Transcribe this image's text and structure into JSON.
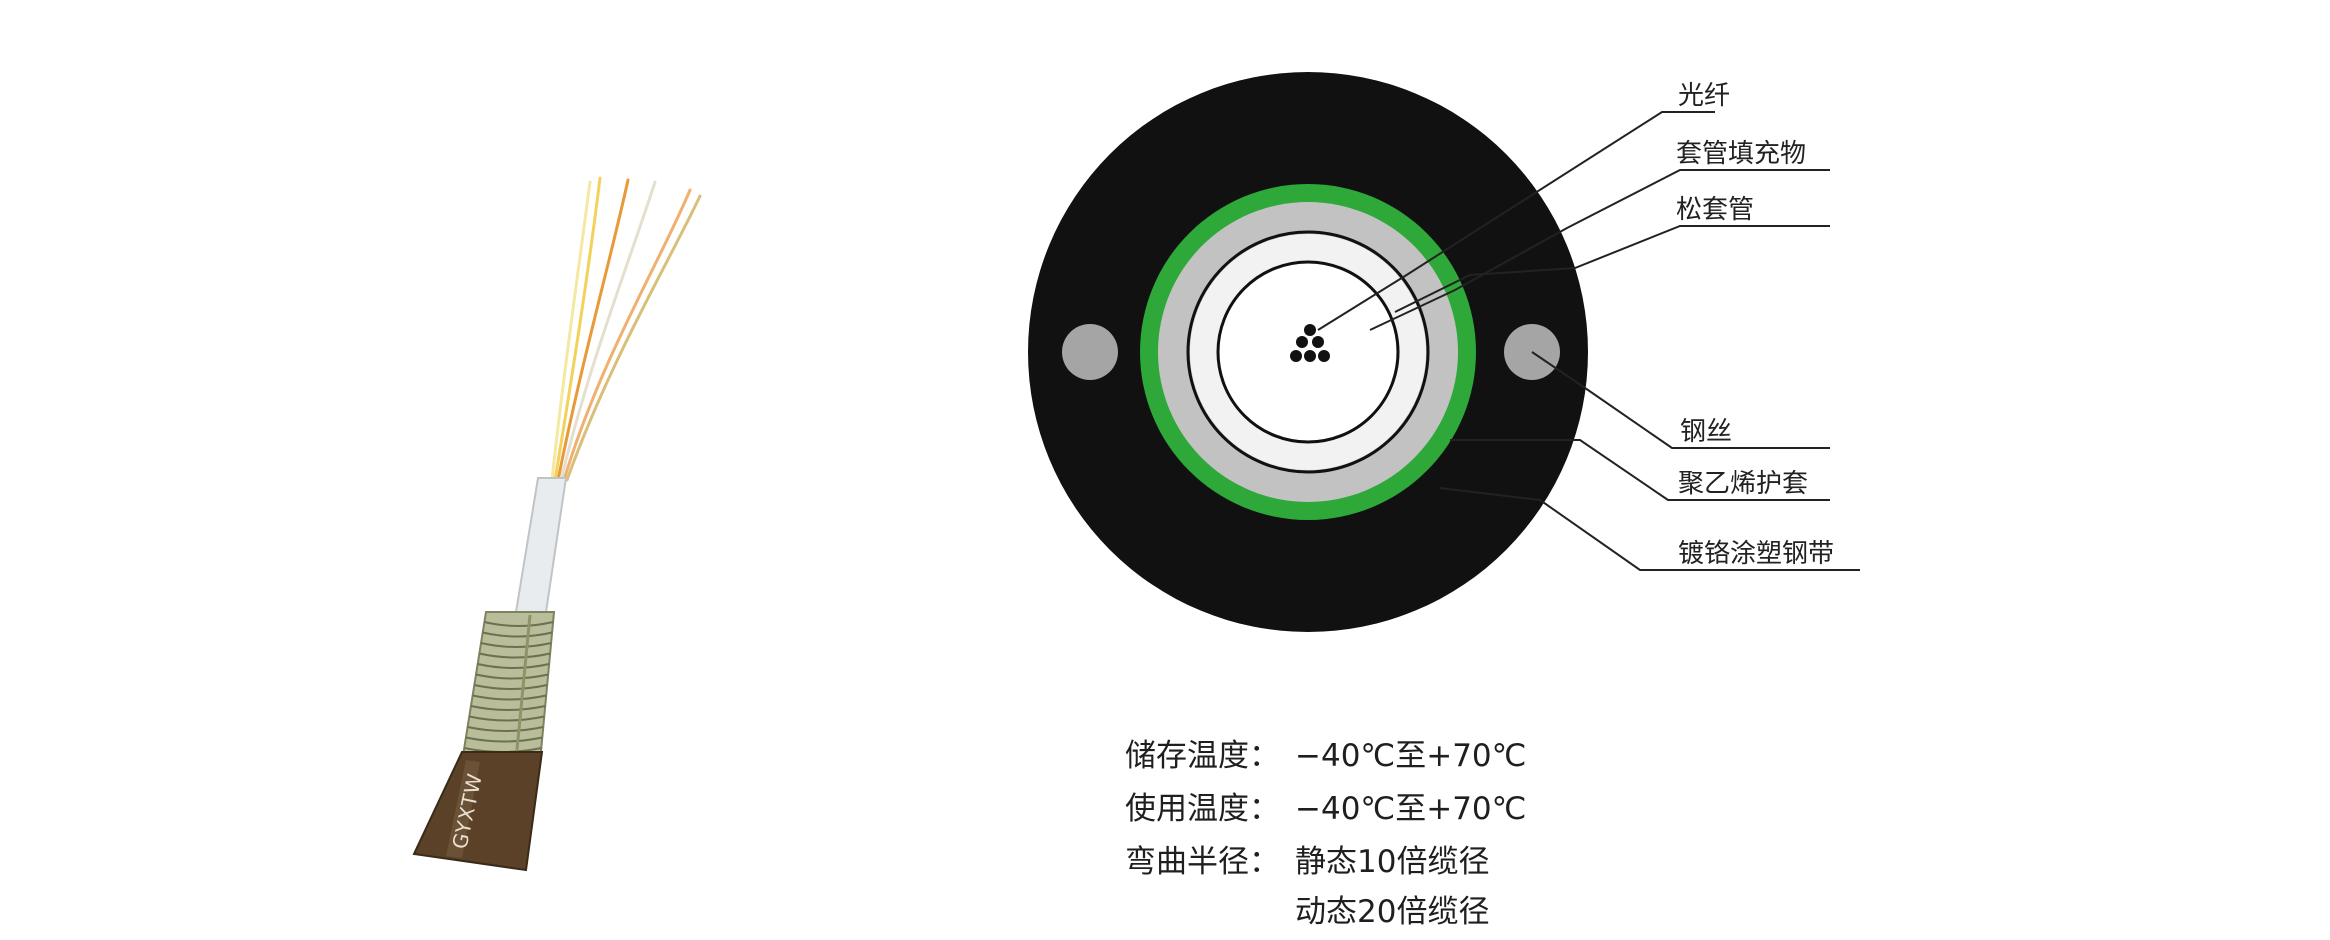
{
  "cable": {
    "print_text": "GYXTW",
    "colors": {
      "sheath": "#5a4128",
      "armor": "#b9bd9a",
      "tube": "#e8ecef",
      "fibers": [
        "#f2d25a",
        "#e89a3a",
        "#e4e0d0",
        "#f0b070",
        "#d8c07a",
        "#f5e8a0"
      ]
    }
  },
  "cross_section": {
    "colors": {
      "jacket": "#111111",
      "steel_tape": "#2fa83a",
      "filler": "#c2c2c2",
      "tube_ring": "#f2f2f2",
      "steel_wire": "#a5a5a5",
      "fiber_dot": "#111111"
    },
    "labels": [
      {
        "key": "fiber",
        "text": "光纤"
      },
      {
        "key": "filler",
        "text": "套管填充物"
      },
      {
        "key": "loose_tube",
        "text": "松套管"
      },
      {
        "key": "steel_wire",
        "text": "钢丝"
      },
      {
        "key": "pe_sheath",
        "text": "聚乙烯护套"
      },
      {
        "key": "steel_tape",
        "text": "镀铬涂塑钢带"
      }
    ]
  },
  "specs": [
    {
      "label": "储存温度：",
      "value": "−40℃至+70℃"
    },
    {
      "label": "使用温度：",
      "value": "−40℃至+70℃"
    },
    {
      "label": "弯曲半径：",
      "value": "静态10倍缆径"
    },
    {
      "label": "",
      "value": "动态20倍缆径"
    }
  ]
}
